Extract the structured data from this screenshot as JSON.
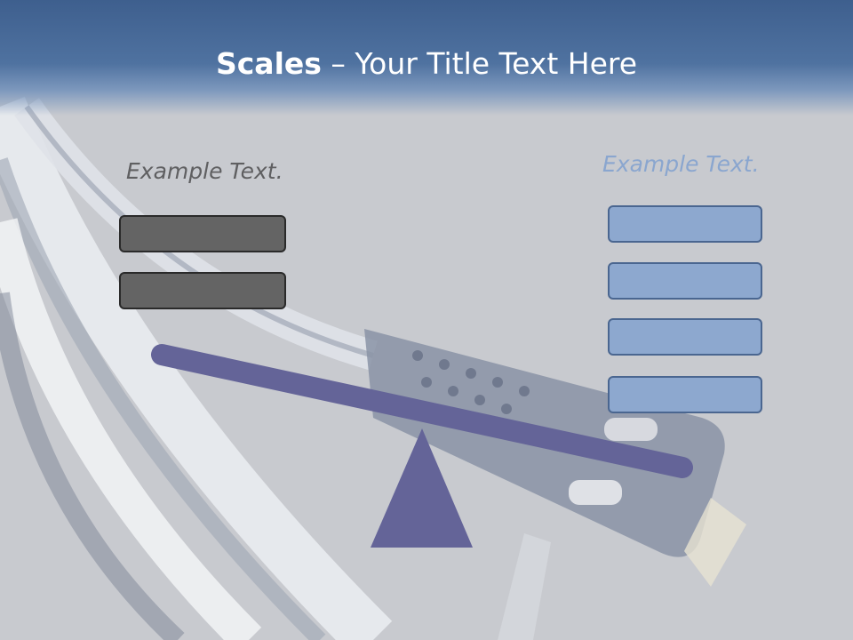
{
  "title": {
    "bold": "Scales",
    "rest": " – Your Title Text Here"
  },
  "left": {
    "label": "Example Text.",
    "boxes": 2
  },
  "right": {
    "label": "Example Text.",
    "boxes": 4
  },
  "colors": {
    "header": "#4f72a0",
    "beam": "#646498",
    "left_box": "#646464",
    "right_box": "#8da8cf",
    "right_label": "#8aa6cf",
    "left_label": "#5f5f61"
  },
  "background_image": "turntable-tonearm-photo"
}
